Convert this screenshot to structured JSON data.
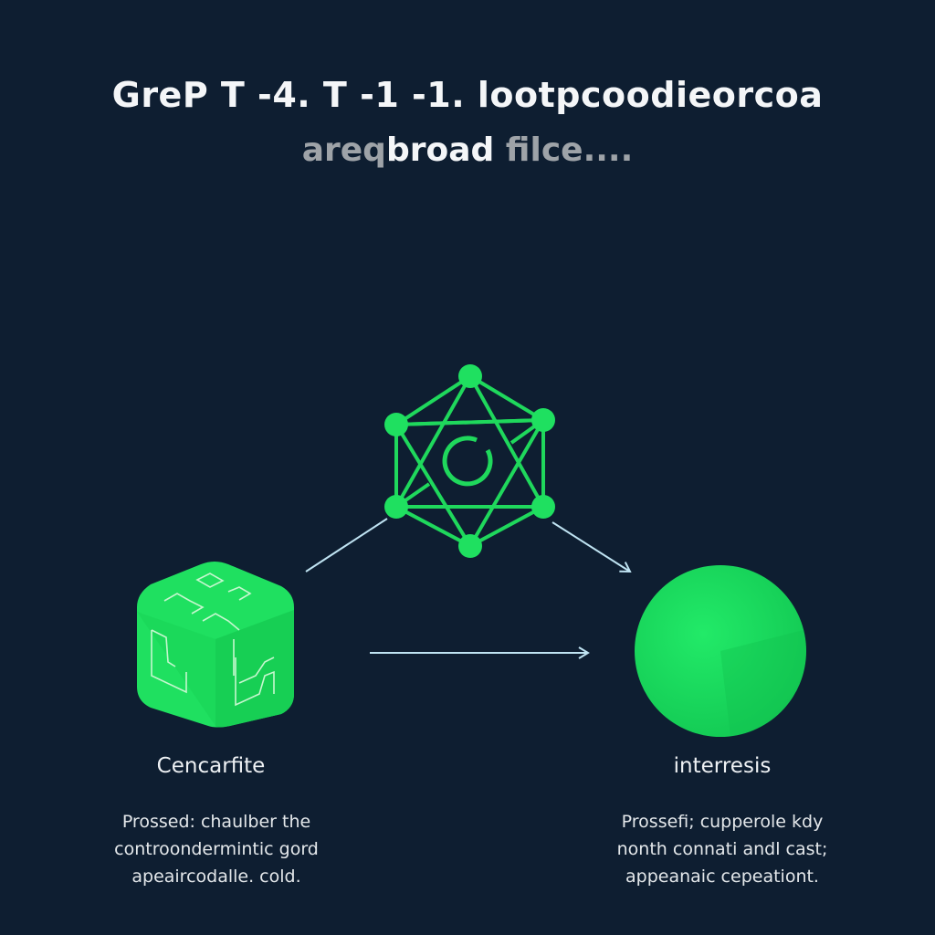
{
  "header": {
    "title": "GreP T -4. T -1 -1. lootpcoodieorcoa",
    "subtitle_parts": [
      "areq",
      "broad",
      " filce...."
    ]
  },
  "nodes": {
    "left": {
      "icon": "circuit-cube-icon",
      "label": "Cencarfite",
      "description": [
        "Prossed: chaulber the",
        "controondermintic gord",
        "apeaircodalle. cold."
      ]
    },
    "center": {
      "icon": "network-hexagram-icon"
    },
    "right": {
      "icon": "sphere-icon",
      "label": "interresis",
      "description": [
        "Prossefi; cupperole kdy",
        "nonth connati andl cast;",
        "appeanaic cepeationt."
      ]
    }
  },
  "colors": {
    "background": "#0e1e31",
    "accent_green": "#1fe060",
    "arrow": "#bfe3f2"
  }
}
